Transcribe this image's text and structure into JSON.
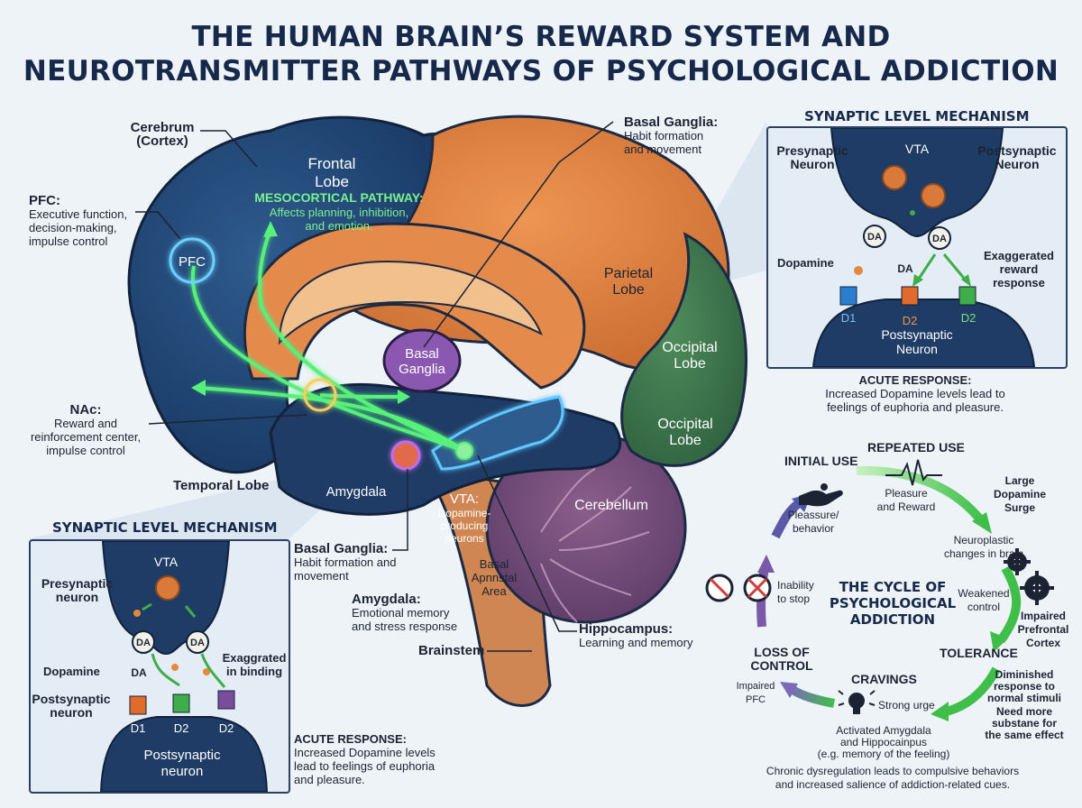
{
  "title": {
    "line1": "THE HUMAN BRAIN’S REWARD SYSTEM AND",
    "line2": "NEUROTRANSMITTER PATHWAYS OF PSYCHOLOGICAL ADDICTION"
  },
  "brain": {
    "cerebrum": {
      "name": "Cerebrum",
      "sub": "(Cortex)"
    },
    "pfc": {
      "name": "PFC:",
      "desc1": "Executive function,",
      "desc2": "decision-making,",
      "desc3": "impulse control",
      "node": "PFC"
    },
    "frontal": {
      "line1": "Frontal",
      "line2": "Lobe"
    },
    "mesocortical": {
      "name": "MESOCORTICAL PATHWAY:",
      "desc1": "Affects planning, inhibition,",
      "desc2": "and emotion."
    },
    "basal_top": {
      "name": "Basal Ganglia:",
      "desc1": "Habit formation",
      "desc2": "and movement"
    },
    "parietal": {
      "line1": "Parietal",
      "line2": "Lobe"
    },
    "occipital1": {
      "line1": "Occipital",
      "line2": "Lobe"
    },
    "occipital2": {
      "line1": "Occipital",
      "line2": "Lobe"
    },
    "basal_inner": {
      "line1": "Basal",
      "line2": "Ganglia"
    },
    "nac": {
      "name": "NAc:",
      "desc1": "Reward and",
      "desc2": "reinforcement center,",
      "desc3": "impulse control"
    },
    "temporal": "Temporal Lobe",
    "amygdala_inner": "Amygdala",
    "vta": {
      "name": "VTA:",
      "desc1": "Dopamine-",
      "desc2": "producing",
      "desc3": "neurons"
    },
    "cerebellum": "Cerebellum",
    "basal_area": {
      "line1": "Basal",
      "line2": "Apnnstal",
      "line3": "Area"
    },
    "basal_bottom": {
      "name": "Basal Ganglia:",
      "desc1": "Habit formation and",
      "desc2": "movement"
    },
    "amygdala_label": {
      "name": "Amygdala:",
      "desc1": "Emotional memory",
      "desc2": "and stress response"
    },
    "hippocampus": {
      "name": "Hippocampus:",
      "desc": "Learning and memory"
    },
    "brainstem": "Brainstem"
  },
  "synapse_right": {
    "heading": "SYNAPTIC LEVEL MECHANISM",
    "vta": "VTA",
    "pre": {
      "line1": "Presynaptic",
      "line2": "Neuron"
    },
    "post_top": {
      "line1": "Postsynaptic",
      "line2": "Neuron"
    },
    "da": "DA",
    "dopamine": "Dopamine",
    "exaggerated": {
      "line1": "Exaggerated",
      "line2": "reward",
      "line3": "response"
    },
    "receptors": [
      "D1",
      "D2",
      "D2"
    ],
    "post_bottom": {
      "line1": "Postsynaptic",
      "line2": "Neuron"
    },
    "acute": {
      "name": "ACUTE RESPONSE:",
      "desc1": "Increased Dopamine levels lead to",
      "desc2": "feelings of euphoria and pleasure."
    }
  },
  "synapse_left": {
    "heading": "SYNAPTIC LEVEL MECHANISM",
    "vta": "VTA",
    "pre": {
      "line1": "Presynaptic",
      "line2": "neuron"
    },
    "da": "DA",
    "dopamine": "Dopamine",
    "exaggerated": {
      "line1": "Exaggrated",
      "line2": "in binding"
    },
    "post": {
      "line1": "Postsynaptic",
      "line2": "neuron"
    },
    "receptors": [
      "D1",
      "D2",
      "D2"
    ],
    "post_inner": {
      "line1": "Postsynaptic",
      "line2": "neuron"
    },
    "acute": {
      "name": "ACUTE RESPONSE:",
      "desc1": "Increased Dopamine levels",
      "desc2": "lead to feelings of euphoria",
      "desc3": "and pleasure."
    }
  },
  "cycle": {
    "center": {
      "line1": "THE CYCLE OF",
      "line2": "PSYCHOLOGICAL",
      "line3": "ADDICTION"
    },
    "initial": {
      "name": "INITIAL USE",
      "d1": "Pleassure/",
      "d2": "behavior"
    },
    "repeated": {
      "name": "REPEATED USE",
      "d1": "Pleasure",
      "d2": "and Reward"
    },
    "surge": {
      "l1": "Large",
      "l2": "Dopamine",
      "l3": "Surge"
    },
    "neuro": {
      "l1": "Neuroplastic",
      "l2": "changes in brain"
    },
    "weakened": {
      "l1": "Weakened",
      "l2": "control"
    },
    "impaired_pfc_right": {
      "l1": "Impaired",
      "l2": "Prefrontal",
      "l3": "Cortex"
    },
    "tolerance": {
      "name": "TOLERANCE",
      "l1": "Diminished",
      "l2": "response to",
      "l3": "normal stimuli",
      "l4": "Need more",
      "l5": "substane for",
      "l6": "the same effect"
    },
    "cravings": {
      "name": "CRAVINGS",
      "l1": "Strong urge",
      "l2": "Activated Amygdala",
      "l3": "and Hippocainpus",
      "l4": "(e.g. memory of the feeling)"
    },
    "loss": {
      "line1": "LOSS OF",
      "line2": "CONTROL",
      "l1": "Impaired",
      "l2": "PFC"
    },
    "inability": {
      "l1": "Inability",
      "l2": "to stop"
    },
    "footer": {
      "l1": "Chronic dysregulation leads to compulsive behaviors",
      "l2": "and increased salience of addiction-related cues."
    }
  },
  "colors": {
    "frontal": "#1f3c66",
    "orange": "#d9793a",
    "green": "#3f7a4f",
    "purple": "#7a4d9c",
    "pathway": "#57f07a",
    "title": "#17294a"
  }
}
